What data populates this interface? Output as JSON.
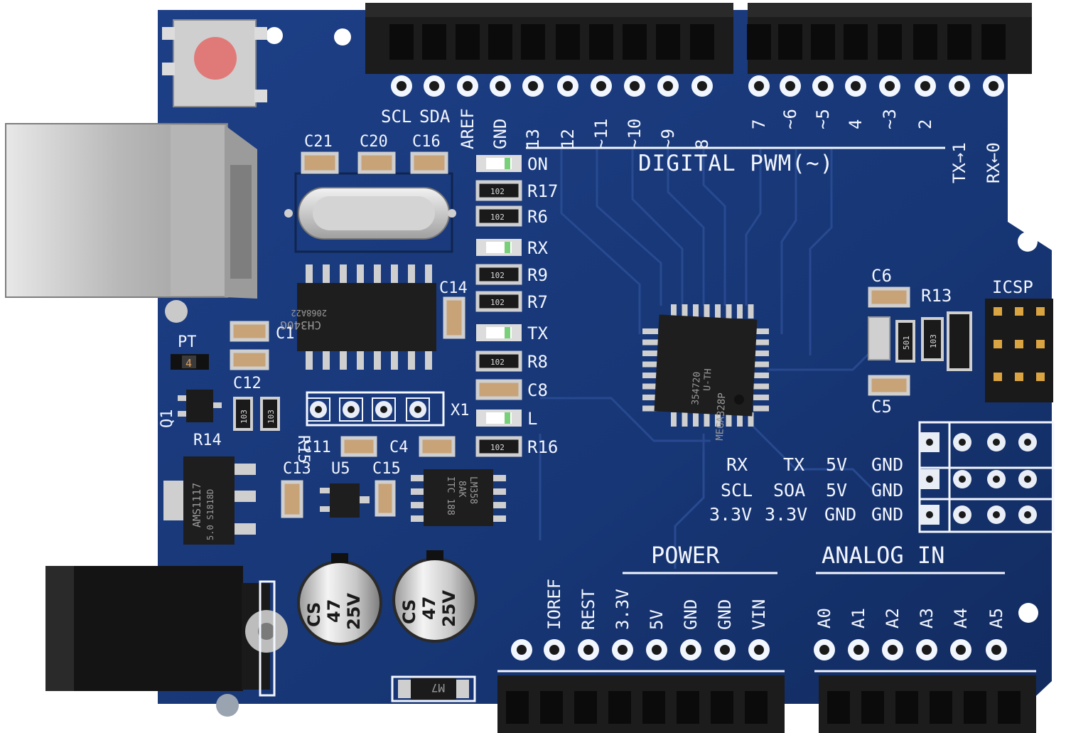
{
  "board": {
    "section_digital": "DIGITAL PWM(~)",
    "section_power": "POWER",
    "section_analog": "ANALOG IN",
    "icsp": "ICSP",
    "digital_pins_left": [
      "SCL",
      "SDA",
      "AREF",
      "GND",
      "13",
      "12",
      "~11",
      "~10",
      "~9",
      "8"
    ],
    "digital_pins_right": [
      "7",
      "~6",
      "~5",
      "4",
      "~3",
      "2",
      "TX→1",
      "RX←0"
    ],
    "power_pins": [
      "IOREF",
      "REST",
      "3.3V",
      "5V",
      "GND",
      "GND",
      "VIN"
    ],
    "analog_pins": [
      "A0",
      "A1",
      "A2",
      "A3",
      "A4",
      "A5"
    ],
    "led_labels": [
      "ON",
      "R17",
      "R6",
      "RX",
      "R9",
      "R7",
      "TX",
      "R8",
      "C8",
      "L",
      "R16"
    ],
    "components": {
      "c21": "C21",
      "c20": "C20",
      "c16": "C16",
      "c14": "C14",
      "c1": "C1",
      "pt": "PT",
      "pt_value": "4",
      "c12": "C12",
      "q1": "Q1",
      "r14": "R14",
      "r15": "R15",
      "x1": "X1",
      "c11": "C11",
      "c4": "C4",
      "c13": "C13",
      "u5": "U5",
      "c15": "C15",
      "c6": "C6",
      "r13": "R13",
      "c5": "C5"
    },
    "header_rows": [
      [
        "RX",
        "TX",
        "5V",
        "GND"
      ],
      [
        "SCL",
        "SOA",
        "5V",
        "GND"
      ],
      [
        "3.3V",
        "3.3V",
        "GND",
        "GND"
      ]
    ],
    "chips": {
      "ch340": [
        "CH340G",
        "2068A22"
      ],
      "mcu": [
        "MEGA328P",
        "U-TH",
        "354720"
      ],
      "regulator": [
        "AMS1117",
        "5.0 S1818D"
      ],
      "lm358": [
        "LM358",
        "8AK",
        "ITC 188"
      ],
      "diode": "M7",
      "resistor_code": "102",
      "r14_code": "103",
      "r15_code": "103",
      "r13_code": "103",
      "mini_code": "501"
    },
    "capacitors": {
      "left": [
        "CS",
        "47",
        "25V"
      ],
      "right": [
        "CS",
        "47",
        "25V"
      ]
    },
    "colors": {
      "pcb": "#16336e",
      "silkscreen": "#f2f6ff",
      "header": "#1c1c1c",
      "metal": "#c7c7c7"
    }
  }
}
